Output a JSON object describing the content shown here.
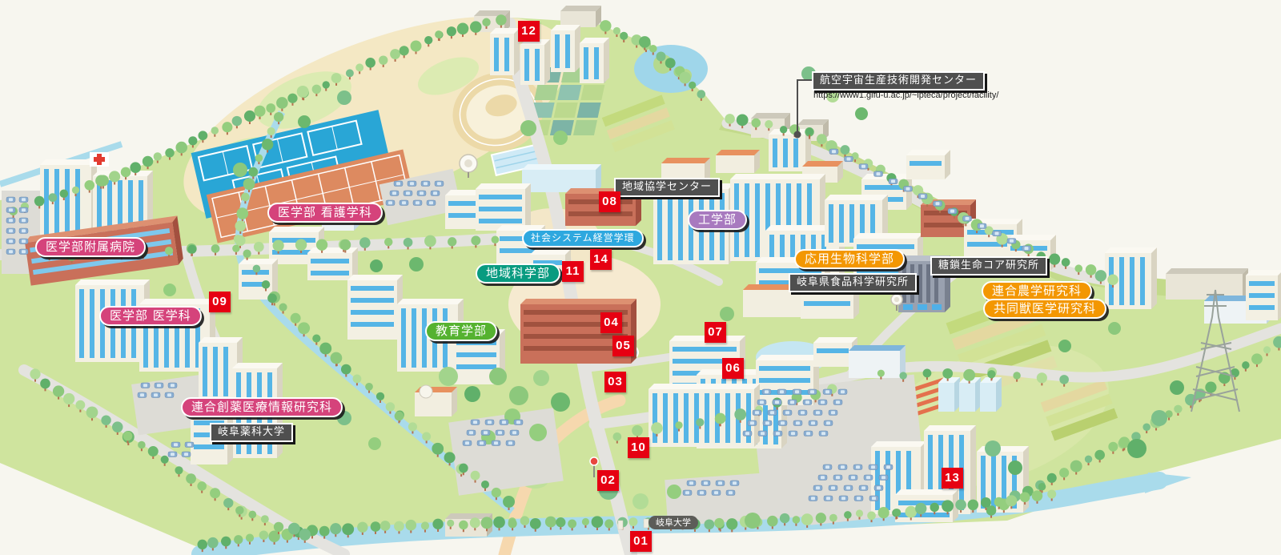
{
  "colors": {
    "marker_red": "#e60012",
    "pill_pink": "#d5437b",
    "pill_green": "#55b230",
    "pill_teal": "#089b80",
    "pill_blue": "#2ea8df",
    "pill_purple": "#a87abf",
    "pill_orange": "#f39702",
    "tag_dark": "#4f4f4f",
    "water": "#a9dbeb",
    "campus_green": "#cfe49e"
  },
  "markers": [
    "01",
    "02",
    "03",
    "04",
    "05",
    "06",
    "07",
    "08",
    "09",
    "10",
    "11",
    "12",
    "13",
    "14"
  ],
  "labels": {
    "hospital": "医学部附属病院",
    "nursing": "医学部 看護学科",
    "medicine": "医学部 医学科",
    "drug_discovery": "連合創薬医療情報研究科",
    "pharma_univ": "岐阜薬科大学",
    "education": "教育学部",
    "regional_science": "地域科学部",
    "social_system": "社会システム経営学環",
    "community_center": "地域協学センター",
    "engineering": "工学部",
    "applied_bio": "応用生物科学部",
    "food_research": "岐阜県食品科学研究所",
    "glyco_core": "糖鎖生命コア研究所",
    "agri_graduate": "連合農学研究科",
    "vet_graduate": "共同獣医学研究科",
    "gate": "岐阜大学"
  },
  "callout": {
    "title": "航空宇宙生産技術開発センター",
    "url": "https://www1.gifu-u.ac.jp/~ipteca/project/facility/"
  }
}
